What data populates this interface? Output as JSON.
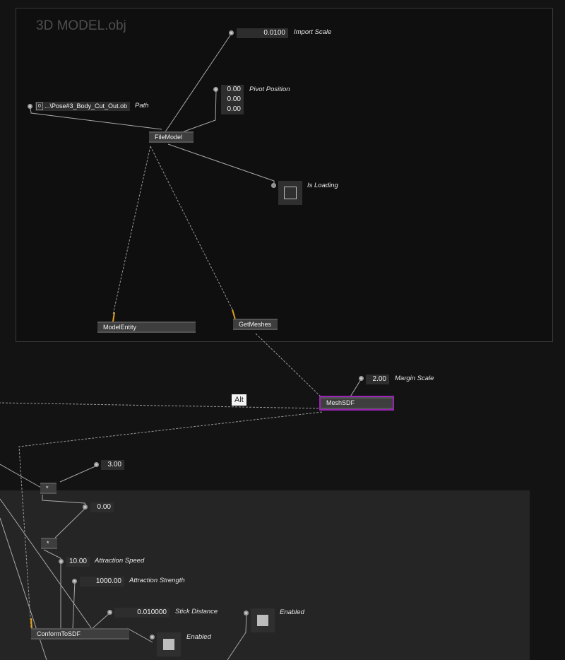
{
  "groups": {
    "model_group_title": "3D MODEL.obj"
  },
  "nodes": {
    "file_model": "FileModel",
    "model_entity": "ModelEntity",
    "get_meshes": "GetMeshes",
    "mesh_sdf": "MeshSDF",
    "multiply_a": "*",
    "multiply_b": "*",
    "conform_to_sdf": "ConformToSDF"
  },
  "inputs": {
    "import_scale": {
      "value": "0.0100",
      "label": "Import Scale"
    },
    "pivot_position": {
      "x": "0.00",
      "y": "0.00",
      "z": "0.00",
      "label": "Pivot Position"
    },
    "path": {
      "index": "0",
      "value": "...\\Pose#3_Body_Cut_Out.ob",
      "label": "Path"
    },
    "is_loading": {
      "label": "Is Loading",
      "checked": false
    },
    "margin_scale": {
      "value": "2.00",
      "label": "Margin Scale"
    },
    "mult_a_value": {
      "value": "3.00"
    },
    "mult_b_value": {
      "value": "0.00"
    },
    "attraction_speed": {
      "value": "10.00",
      "label": "Attraction Speed"
    },
    "attraction_strength": {
      "value": "1000.00",
      "label": "Attraction Strength"
    },
    "stick_distance": {
      "value": "0.010000",
      "label": "Stick Distance"
    },
    "enabled_a": {
      "label": "Enabled",
      "checked": true
    },
    "enabled_b": {
      "label": "Enabled",
      "checked": true
    }
  },
  "hint": {
    "modifier_key": "Alt"
  },
  "colors": {
    "background": "#131313",
    "node": "#3e3e3e",
    "selected_outline": "#9b22b6",
    "link_highlight": "#e0a020"
  }
}
